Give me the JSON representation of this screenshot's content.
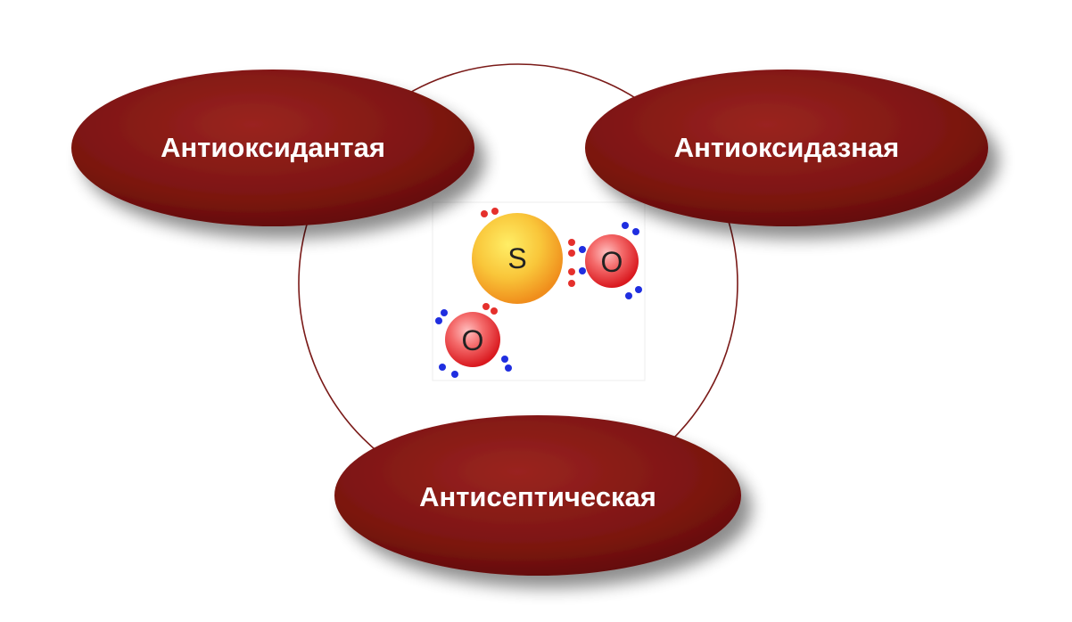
{
  "diagram": {
    "nodes": [
      {
        "id": "top-left",
        "label": "Антиоксидантая"
      },
      {
        "id": "top-right",
        "label": "Антиоксидазная"
      },
      {
        "id": "bottom",
        "label": "Антисептическая"
      }
    ],
    "molecule": {
      "sulfur_label": "S",
      "oxygen_right_label": "O",
      "oxygen_left_label": "O"
    }
  },
  "colors": {
    "ellipse_fill": "#7a1410",
    "ellipse_highlight": "#9a2420",
    "circle_stroke": "#7a1a18",
    "sulfur_center": "#ffe95a",
    "sulfur_edge": "#f29a1c",
    "oxygen_center": "#ff9b9b",
    "oxygen_edge": "#e3262a",
    "electron_red": "#e5302c",
    "electron_blue": "#1f2ee0"
  }
}
